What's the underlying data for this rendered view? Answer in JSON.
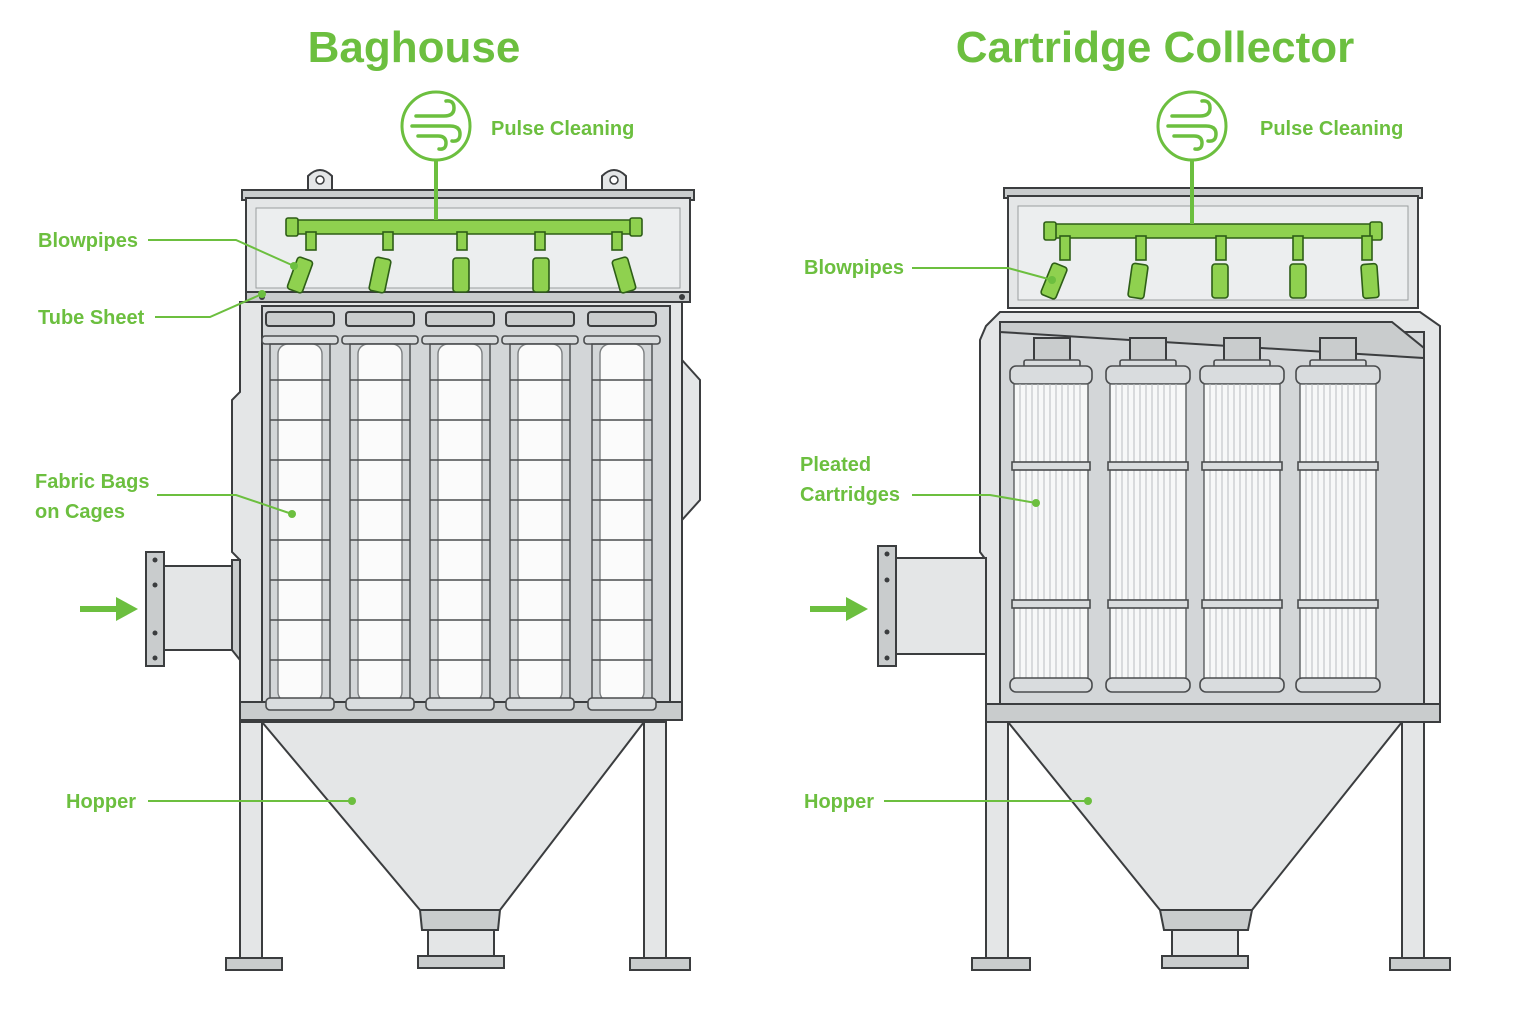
{
  "panels": [
    {
      "title": "Baghouse",
      "labels": {
        "pulse": "Pulse Cleaning",
        "blowpipes": "Blowpipes",
        "tube_sheet": "Tube Sheet",
        "filters_line1": "Fabric Bags",
        "filters_line2": "on Cages",
        "hopper": "Hopper"
      },
      "filter_count": 5,
      "icon": "air-flow-icon"
    },
    {
      "title": "Cartridge Collector",
      "labels": {
        "pulse": "Pulse Cleaning",
        "blowpipes": "Blowpipes",
        "filters_line1": "Pleated",
        "filters_line2": "Cartridges",
        "hopper": "Hopper"
      },
      "filter_count": 4,
      "icon": "air-flow-icon"
    }
  ],
  "colors": {
    "accent": "#6cbf3f",
    "steel": "#e4e6e7",
    "outline": "#3b3d3f"
  }
}
